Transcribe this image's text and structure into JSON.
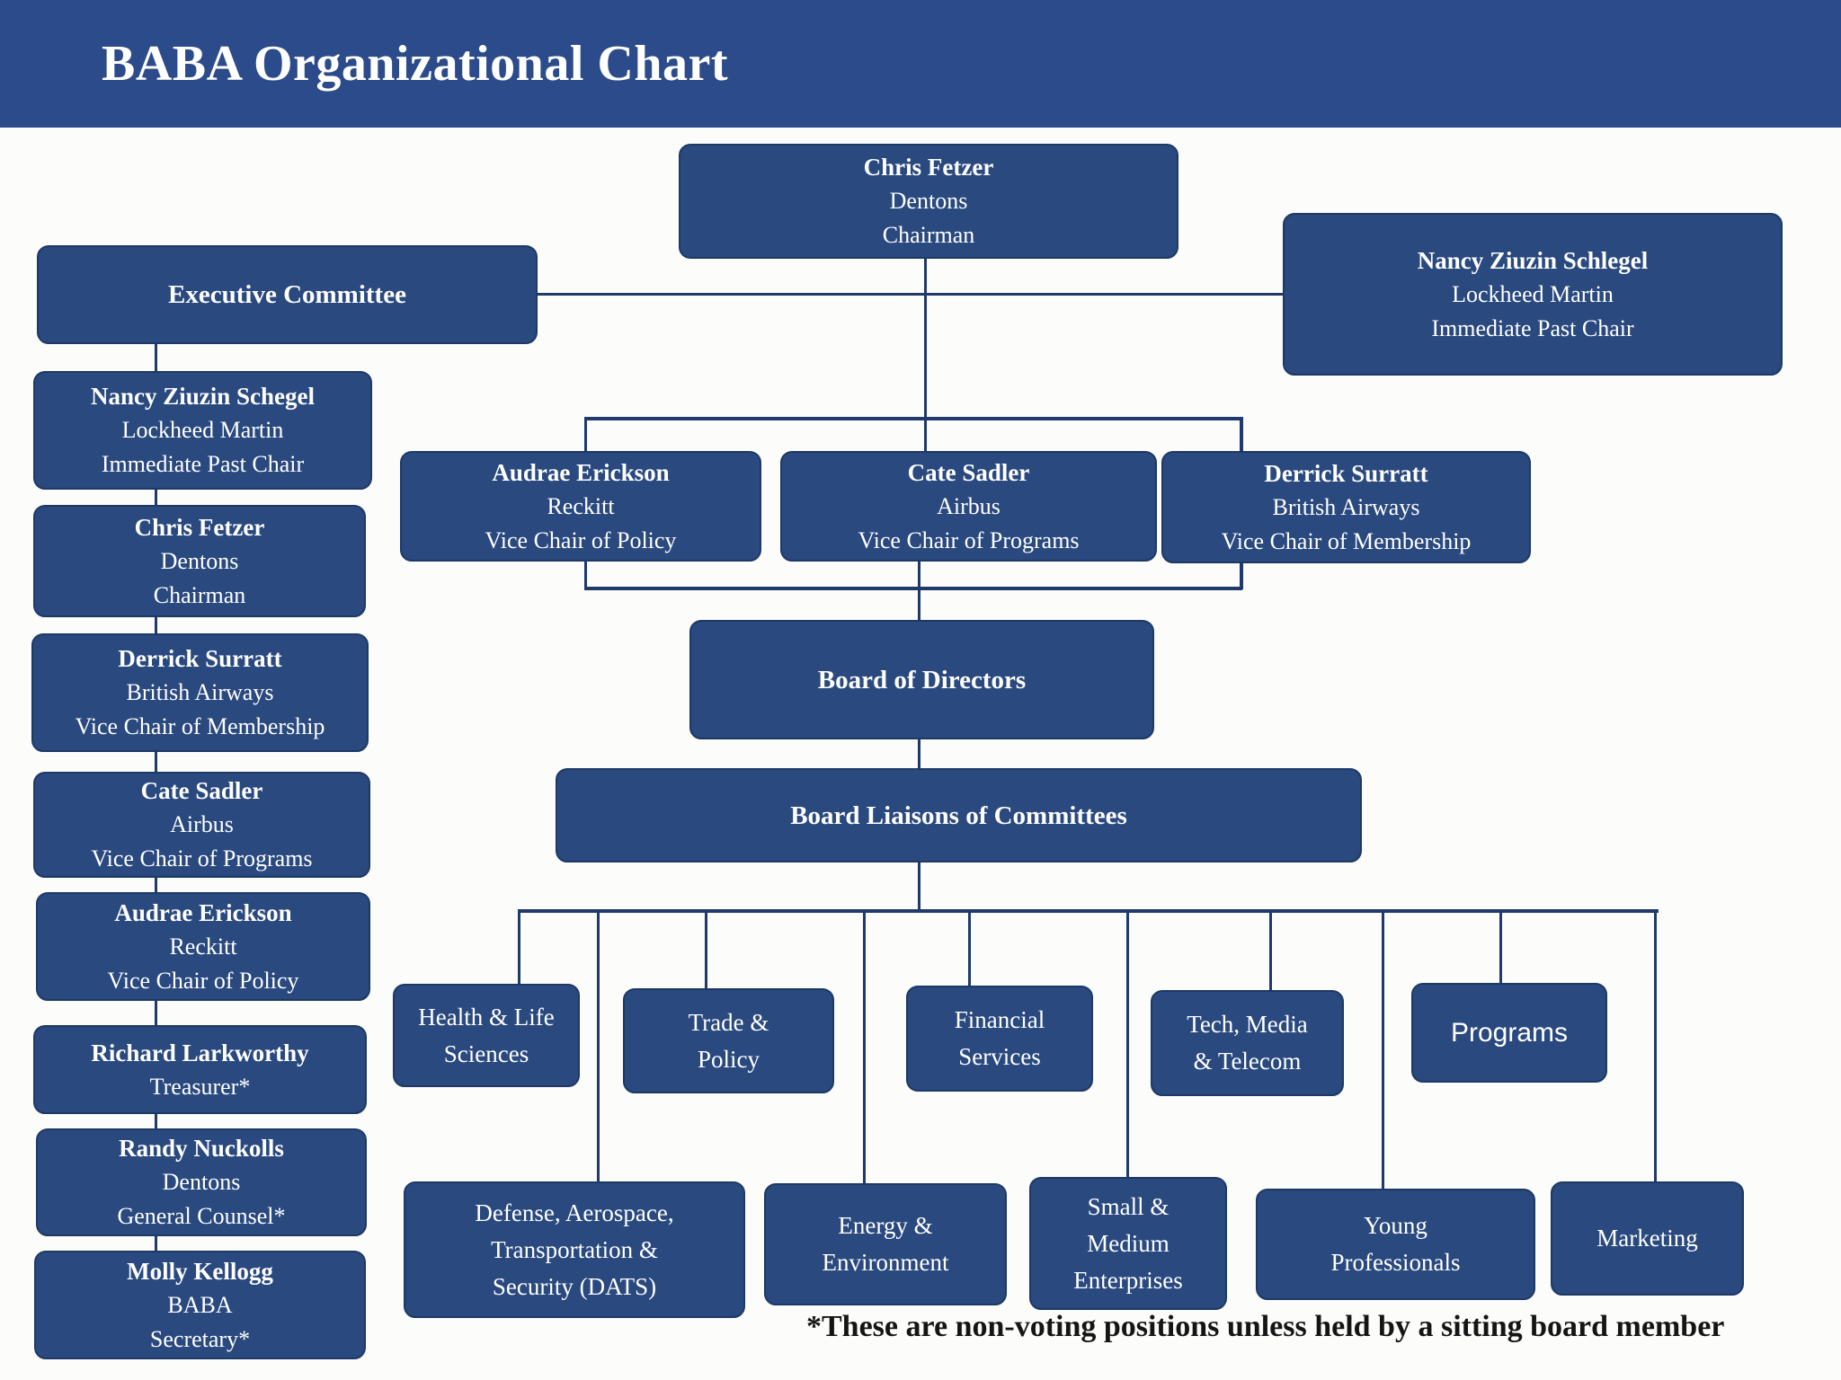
{
  "page": {
    "title": "BABA Organizational Chart",
    "footnote": "*These are non-voting positions unless held by a sitting board member"
  },
  "colors": {
    "header_bg": "#2c4b8a",
    "node_bg": "#29497f",
    "node_border": "#1d3965",
    "line": "#1f3a6b",
    "text": "#ffffff",
    "footnote_text": "#151515",
    "page_bg": "#fcfcfa"
  },
  "chairman": {
    "name": "Chris Fetzer",
    "details": [
      "Dentons",
      "Chairman"
    ]
  },
  "immediate_past_chair": {
    "name": "Nancy Ziuzin Schlegel",
    "details": [
      "Lockheed Martin",
      "Immediate Past Chair"
    ]
  },
  "executive_committee": {
    "label": "Executive Committee",
    "members": [
      {
        "name": "Nancy Ziuzin Schegel",
        "details": [
          "Lockheed Martin",
          "Immediate Past Chair"
        ]
      },
      {
        "name": "Chris Fetzer",
        "details": [
          "Dentons",
          "Chairman"
        ]
      },
      {
        "name": "Derrick Surratt",
        "details": [
          "British Airways",
          "Vice Chair of Membership"
        ]
      },
      {
        "name": "Cate Sadler",
        "details": [
          "Airbus",
          "Vice Chair of Programs"
        ]
      },
      {
        "name": "Audrae Erickson",
        "details": [
          "Reckitt",
          "Vice Chair of Policy"
        ]
      },
      {
        "name": "Richard Larkworthy",
        "details": [
          "Treasurer*"
        ]
      },
      {
        "name": "Randy Nuckolls",
        "details": [
          "Dentons",
          "General Counsel*"
        ]
      },
      {
        "name": "Molly Kellogg",
        "details": [
          "BABA",
          "Secretary*"
        ]
      }
    ]
  },
  "vice_chairs": [
    {
      "name": "Audrae Erickson",
      "details": [
        "Reckitt",
        "Vice Chair of Policy"
      ]
    },
    {
      "name": "Cate Sadler",
      "details": [
        "Airbus",
        "Vice Chair of Programs"
      ]
    },
    {
      "name": "Derrick Surratt",
      "details": [
        "British Airways",
        "Vice Chair of Membership"
      ]
    }
  ],
  "board_of_directors": {
    "label": "Board of Directors"
  },
  "board_liaisons": {
    "label": "Board Liaisons of Committees"
  },
  "committees_row1": [
    {
      "lines": [
        "Health & Life",
        "Sciences"
      ]
    },
    {
      "lines": [
        "Trade &",
        "Policy"
      ]
    },
    {
      "lines": [
        "Financial",
        "Services"
      ]
    },
    {
      "lines": [
        "Tech,  Media",
        "& Telecom"
      ]
    },
    {
      "lines": [
        "Programs"
      ]
    }
  ],
  "committees_row2": [
    {
      "lines": [
        "Defense, Aerospace,",
        "Transportation &",
        "Security (DATS)"
      ]
    },
    {
      "lines": [
        "Energy &",
        "Environment"
      ]
    },
    {
      "lines": [
        "Small &",
        "Medium",
        "Enterprises"
      ]
    },
    {
      "lines": [
        "Young",
        "Professionals"
      ]
    },
    {
      "lines": [
        "Marketing"
      ]
    }
  ]
}
